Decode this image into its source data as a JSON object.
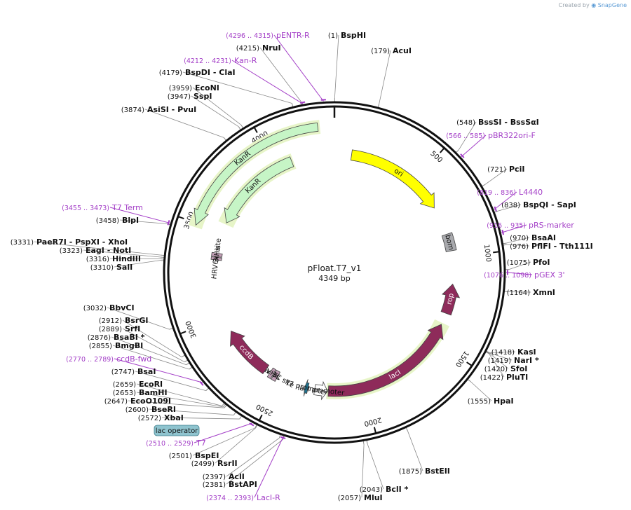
{
  "credit": {
    "prefix": "Created by",
    "brand": "SnapGene"
  },
  "plasmid": {
    "name": "pFloat.T7_v1",
    "size_label": "4349 bp",
    "length": 4349
  },
  "ticks": [
    {
      "bp": 500,
      "label": "500"
    },
    {
      "bp": 1000,
      "label": "1000"
    },
    {
      "bp": 1500,
      "label": "1500"
    },
    {
      "bp": 2000,
      "label": "2000"
    },
    {
      "bp": 2500,
      "label": "2500"
    },
    {
      "bp": 3000,
      "label": "3000"
    },
    {
      "bp": 3500,
      "label": "3500"
    },
    {
      "bp": 4000,
      "label": "4000"
    }
  ],
  "features": [
    {
      "name": "ori",
      "start": 100,
      "end": 690,
      "strand": 1,
      "track": "inner",
      "color": "#ffff00",
      "label_color": "#111111"
    },
    {
      "name": "bom",
      "start": 860,
      "end": 960,
      "strand": 0,
      "track": "inner",
      "color": "#a8a9ad",
      "label_color": "#111111"
    },
    {
      "name": "rop",
      "start": 1155,
      "end": 1330,
      "strand": -1,
      "track": "inner",
      "color": "#8e2b5a",
      "label_color": "#ffffff"
    },
    {
      "name": "lacI",
      "start": 1400,
      "end": 2210,
      "strand": -1,
      "track": "inner",
      "color": "#8e2b5a",
      "label_color": "#ffffff"
    },
    {
      "name": "lacI promoter",
      "start": 2215,
      "end": 2290,
      "strand": -1,
      "track": "inner",
      "color": "#ffffff",
      "label_color": "#111111"
    },
    {
      "name": "T7 promoter",
      "start": 2330,
      "end": 2350,
      "strand": 1,
      "track": "inner",
      "color": "#1f6f8b",
      "label_color": "#111111"
    },
    {
      "name": "HRV 3C site",
      "start": 2520,
      "end": 2545,
      "strand": 0,
      "track": "inner",
      "color": "#c4a0b8",
      "label_color": "#111111"
    },
    {
      "name": "6xHis",
      "start": 2550,
      "end": 2570,
      "strand": 0,
      "track": "inner",
      "color": "#c4a0b8",
      "label_color": "#111111"
    },
    {
      "name": "ccdB",
      "start": 2600,
      "end": 2905,
      "strand": 1,
      "track": "inner",
      "color": "#8e2b5a",
      "label_color": "#ffffff"
    },
    {
      "name": "HRV 3C site",
      "start": 3335,
      "end": 3350,
      "strand": 0,
      "track": "inner",
      "color": "#c4a0b8",
      "label_color": "#111111"
    },
    {
      "name": "6xHis",
      "start": 3355,
      "end": 3375,
      "strand": 0,
      "track": "inner",
      "color": "#c4a0b8",
      "label_color": "#111111"
    },
    {
      "name": "KanR",
      "start": 3560,
      "end": 4095,
      "strand": -1,
      "track": "inner",
      "color": "#c6f5c6",
      "label_color": "#111111"
    },
    {
      "name": "KanR",
      "start": 3490,
      "end": 4270,
      "strand": -1,
      "track": "outer",
      "color": "#c6f5c6",
      "label_color": "#111111"
    }
  ],
  "sites": [
    {
      "name": "BspHI",
      "pos": "(1)"
    },
    {
      "name": "AcuI",
      "pos": "(179)"
    },
    {
      "name": "BssSI  -  BssSαI",
      "pos": "(548)"
    },
    {
      "name": "PciI",
      "pos": "(721)"
    },
    {
      "name": "BspQI  -  SapI",
      "pos": "(838)"
    },
    {
      "name": "BsaAI",
      "pos": "(970)"
    },
    {
      "name": "PflFI  -  Tth111I",
      "pos": "(976)"
    },
    {
      "name": "PfoI",
      "pos": "(1075)"
    },
    {
      "name": "XmnI",
      "pos": "(1164)"
    },
    {
      "name": "KasI",
      "pos": "(1418)"
    },
    {
      "name": "NarI *",
      "pos": "(1419)"
    },
    {
      "name": "SfoI",
      "pos": "(1420)"
    },
    {
      "name": "PluTI",
      "pos": "(1422)"
    },
    {
      "name": "HpaI",
      "pos": "(1555)"
    },
    {
      "name": "BstEII",
      "pos": "(1875)"
    },
    {
      "name": "BclI *",
      "pos": "(2043)"
    },
    {
      "name": "MluI",
      "pos": "(2057)"
    },
    {
      "name": "AclI",
      "pos": "(2397)"
    },
    {
      "name": "BstAPI",
      "pos": "(2381)"
    },
    {
      "name": "BspEI",
      "pos": "(2501)"
    },
    {
      "name": "RsrII",
      "pos": "(2499)"
    },
    {
      "name": "XbaI",
      "pos": "(2572)"
    },
    {
      "name": "BseRI",
      "pos": "(2600)"
    },
    {
      "name": "EcoO109I",
      "pos": "(2647)"
    },
    {
      "name": "BamHI",
      "pos": "(2653)"
    },
    {
      "name": "EcoRI",
      "pos": "(2659)"
    },
    {
      "name": "BsaI",
      "pos": "(2747)"
    },
    {
      "name": "BmgBI",
      "pos": "(2855)"
    },
    {
      "name": "BsaBI *",
      "pos": "(2876)"
    },
    {
      "name": "SrfI",
      "pos": "(2889)"
    },
    {
      "name": "BsrGI",
      "pos": "(2912)"
    },
    {
      "name": "BbvCI",
      "pos": "(3032)"
    },
    {
      "name": "SalI",
      "pos": "(3310)"
    },
    {
      "name": "HindIII",
      "pos": "(3316)"
    },
    {
      "name": "EagI  -  NotI",
      "pos": "(3323)"
    },
    {
      "name": "PaeR7I  -  PspXI  -  XhoI",
      "pos": "(3331)"
    },
    {
      "name": "BlpI",
      "pos": "(3458)"
    },
    {
      "name": "AsiSI  -  PvuI",
      "pos": "(3874)"
    },
    {
      "name": "SspI",
      "pos": "(3947)"
    },
    {
      "name": "EcoNI",
      "pos": "(3959)"
    },
    {
      "name": "BspDI  -  ClaI",
      "pos": "(4179)"
    },
    {
      "name": "NruI",
      "pos": "(4215)"
    }
  ],
  "primers": [
    {
      "name": "pENTR-R",
      "pos": "(4296 .. 4315)"
    },
    {
      "name": "Kan-R",
      "pos": "(4212 .. 4231)"
    },
    {
      "name": "pBR322ori-F",
      "pos": "(566 .. 585)"
    },
    {
      "name": "L4440",
      "pos": "(819 .. 836)"
    },
    {
      "name": "pRS-marker",
      "pos": "(916 .. 935)"
    },
    {
      "name": "pGEX 3'",
      "pos": "(1076 .. 1098)"
    },
    {
      "name": "T7 Term",
      "pos": "(3455 .. 3473)"
    },
    {
      "name": "ccdB-fwd",
      "pos": "(2770 .. 2789)"
    },
    {
      "name": "T7",
      "pos": "(2510 .. 2529)"
    },
    {
      "name": "LacI-R",
      "pos": "(2374 .. 2393)"
    }
  ],
  "badge": {
    "label": "lac operator"
  },
  "colors": {
    "backbone": "#111111",
    "primer": "#a33ec7",
    "highlight": "#e7f5c8"
  }
}
